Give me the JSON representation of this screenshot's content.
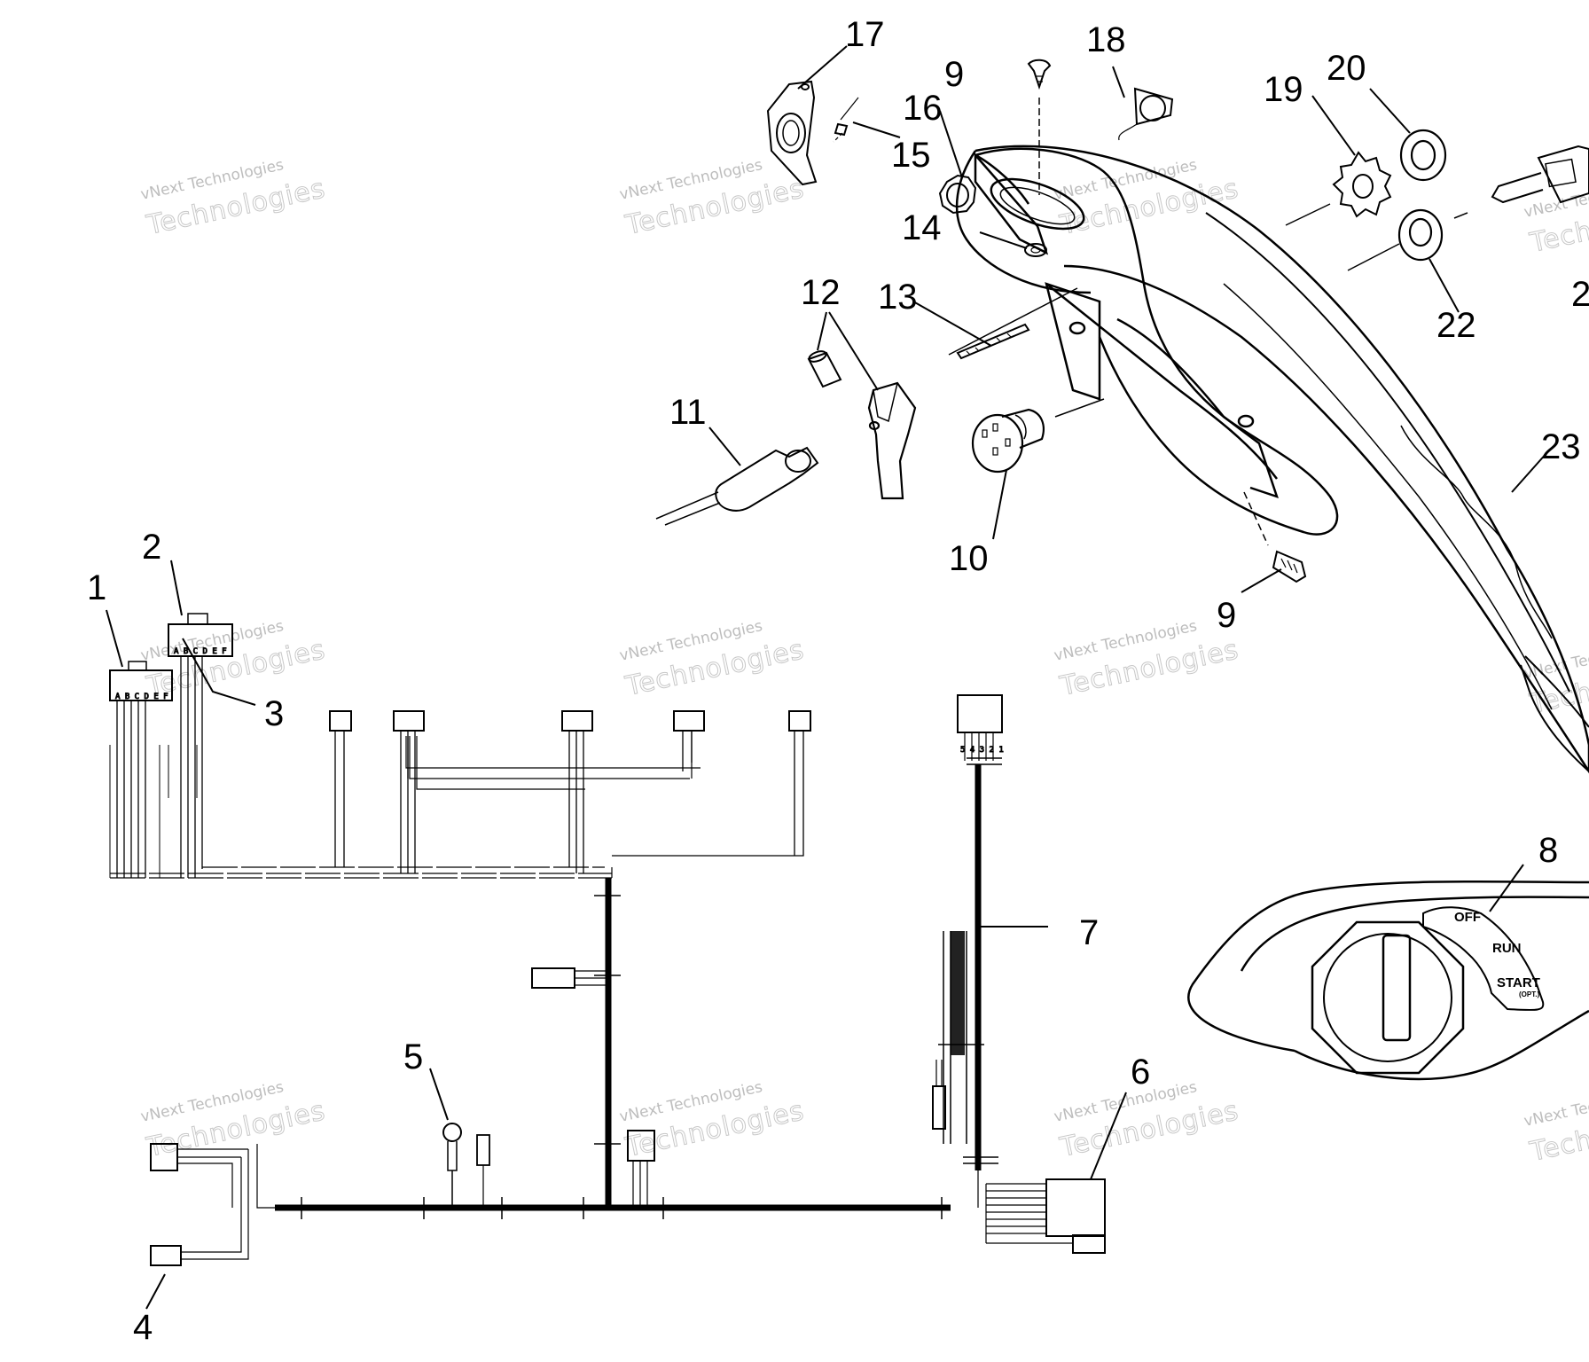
{
  "callouts": {
    "c1": "1",
    "c2": "2",
    "c3": "3",
    "c4": "4",
    "c5": "5",
    "c6": "6",
    "c7": "7",
    "c8": "8",
    "c9a": "9",
    "c9b": "9",
    "c10": "10",
    "c11": "11",
    "c12": "12",
    "c13": "13",
    "c14": "14",
    "c15": "15",
    "c16": "16",
    "c17": "17",
    "c18": "18",
    "c19": "19",
    "c20": "20",
    "c22": "22",
    "c23": "23",
    "c21": "2"
  },
  "switch": {
    "off": "OFF",
    "run": "RUN",
    "start": "START",
    "opt": "(OPT.)"
  },
  "connector_pins": {
    "p1": "A B C D E F",
    "p2": "A B C D E F",
    "p7": "5 4 3 2 1"
  },
  "watermark": {
    "small": "vNext Technologies",
    "big": "Technologies"
  }
}
